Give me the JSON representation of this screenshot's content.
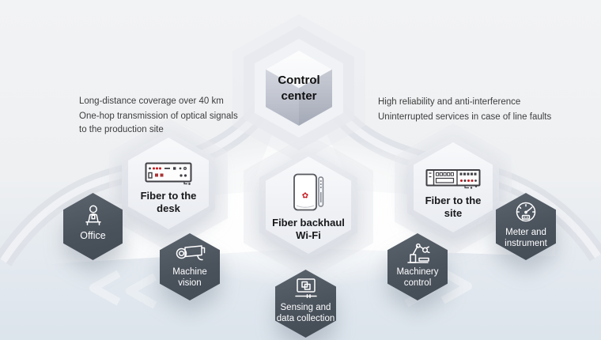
{
  "colors": {
    "background_top": "#f2f3f5",
    "background_bottom": "#dce4ec",
    "node_fill": "#4d555f",
    "node_text": "#ffffff",
    "device_label_text": "#17181a",
    "annotation_text": "#3d3d3d",
    "accent_red": "#c4161c"
  },
  "control_center": {
    "label_lines": [
      "Control",
      "center"
    ]
  },
  "annotations": {
    "left": {
      "lines": [
        "Long-distance coverage over 40 km",
        "One-hop transmission of optical signals",
        "to the production site"
      ]
    },
    "right": {
      "lines": [
        "High reliability and anti-interference",
        "Uninterrupted services in case of line faults"
      ]
    }
  },
  "devices": [
    {
      "name": "fiber-to-the-desk",
      "icon": "desk-terminal-icon",
      "label_lines": [
        "Fiber to the",
        "desk"
      ]
    },
    {
      "name": "fiber-backhaul-wifi",
      "icon": "wifi-ont-icon",
      "label_lines": [
        "Fiber backhaul",
        "Wi-Fi"
      ]
    },
    {
      "name": "fiber-to-the-site",
      "icon": "site-gateway-icon",
      "label_lines": [
        "Fiber to the",
        "site"
      ]
    }
  ],
  "nodes": [
    {
      "name": "office",
      "icon": "office-worker-icon",
      "label_lines": [
        "Office",
        ""
      ]
    },
    {
      "name": "machine-vision",
      "icon": "camera-icon",
      "label_lines": [
        "Machine",
        "vision"
      ]
    },
    {
      "name": "sensing-data-collection",
      "icon": "monitor-data-icon",
      "label_lines": [
        "Sensing and",
        "data collection"
      ]
    },
    {
      "name": "machinery-control",
      "icon": "robot-arm-icon",
      "label_lines": [
        "Machinery",
        "control"
      ]
    },
    {
      "name": "meter-instrument",
      "icon": "gauge-icon",
      "label_lines": [
        "Meter and",
        "instrument"
      ]
    }
  ]
}
